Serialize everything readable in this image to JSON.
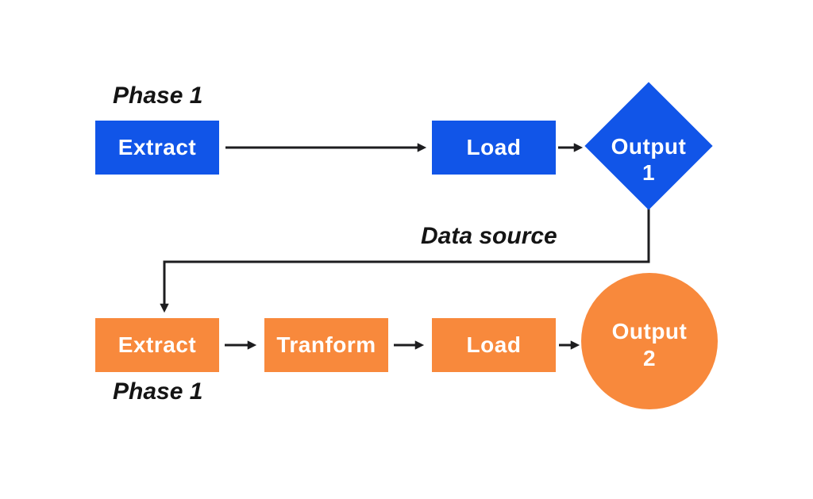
{
  "diagram": {
    "labels": {
      "phase1_top": "Phase 1",
      "data_source": "Data source",
      "phase1_bottom": "Phase 1"
    },
    "nodes": {
      "extract_top": {
        "label": "Extract"
      },
      "load_top": {
        "label": "Load"
      },
      "output1": {
        "line1": "Output",
        "line2": "1"
      },
      "extract_bottom": {
        "label": "Extract"
      },
      "tranform_bottom": {
        "label": "Tranform"
      },
      "load_bottom": {
        "label": "Load"
      },
      "output2": {
        "line1": "Output",
        "line2": "2"
      }
    },
    "colors": {
      "blue": "#1155e8",
      "orange": "#f8893c",
      "connector": "#1d1d1f",
      "shape_text": "#ffffff",
      "label_text": "#141414",
      "background": "#ffffff"
    }
  }
}
